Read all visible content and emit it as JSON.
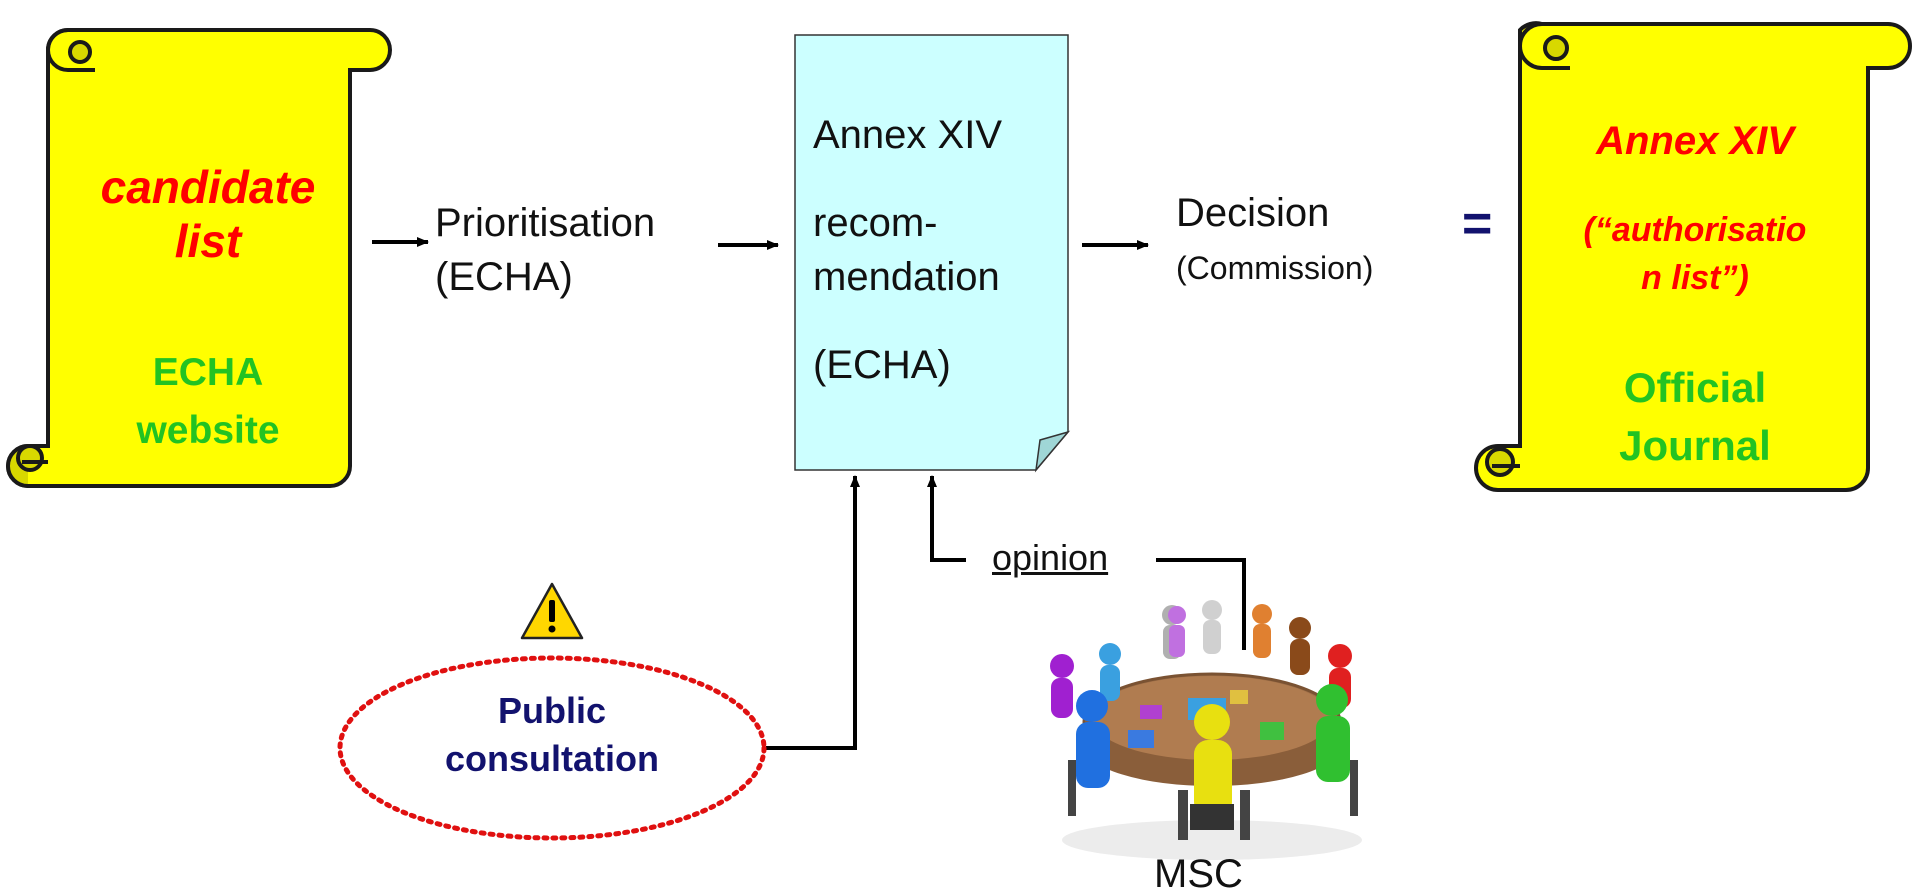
{
  "left_scroll": {
    "title_line1": "candidate",
    "title_line2": "list",
    "source_line1": "ECHA",
    "source_line2": "website"
  },
  "prioritisation": {
    "line1": "Prioritisation",
    "line2": "(ECHA)"
  },
  "recommendation_doc": {
    "line1": "Annex XIV",
    "line2": "recom-",
    "line3": "mendation",
    "line4": "(ECHA)"
  },
  "decision": {
    "line1": "Decision",
    "line2": "(Commission)"
  },
  "equals_sign": "=",
  "right_scroll": {
    "title": "Annex XIV",
    "subtitle_line1": "(“authorisatio",
    "subtitle_line2": "n list”)",
    "source_line1": "Official",
    "source_line2": "Journal"
  },
  "opinion_label": "opinion",
  "public_consultation": {
    "line1": "Public",
    "line2": "consultation"
  },
  "msc_label": "MSC",
  "colors": {
    "scroll_fill": "#ffff00",
    "scroll_curl": "#d8d800",
    "doc_fill": "#ccffff",
    "title_red": "#ff0000",
    "source_green": "#22c322",
    "consultation_navy": "#12126e",
    "dotted_border": "#e01010"
  },
  "icons": [
    "warning-icon",
    "round-table-meeting-icon"
  ]
}
